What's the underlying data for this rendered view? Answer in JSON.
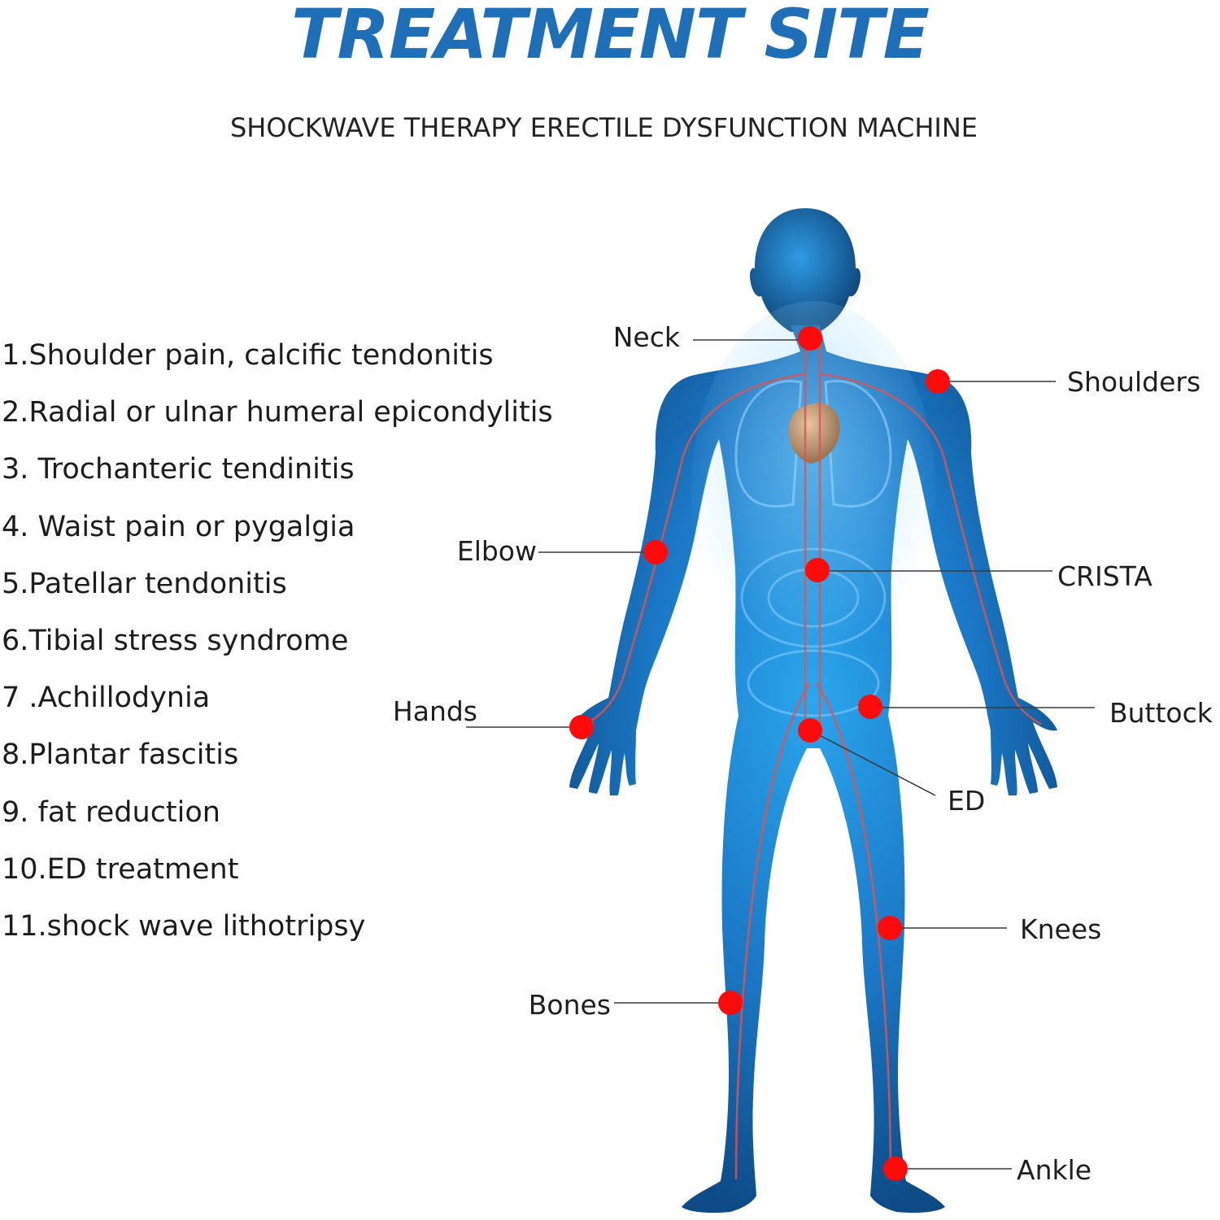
{
  "title": "TREATMENT SITE",
  "subtitle": "SHOCKWAVE THERAPY ERECTILE DYSFUNCTION MACHINE",
  "indications": [
    "1.Shoulder pain, calcific tendonitis",
    "2.Radial or ulnar humeral epicondylitis",
    "3. Trochanteric tendinitis",
    "4. Waist pain or pygalgia",
    "5.Patellar tendonitis",
    "6.Tibial stress syndrome",
    "7 .Achillodynia",
    "8.Plantar fascitis",
    "9. fat reduction",
    "10.ED treatment",
    "11.shock wave lithotripsy"
  ],
  "sites": {
    "neck": "Neck",
    "shoulders": "Shoulders",
    "elbow": "Elbow",
    "crista": "CRISTA",
    "hands": "Hands",
    "buttock": "Buttock",
    "ed": "ED",
    "knees": "Knees",
    "bones": "Bones",
    "ankle": "Ankle"
  },
  "colors": {
    "title": "#1f6fb8",
    "body": "#1e88d8",
    "body_dark": "#0b3f73",
    "vessel": "#e0524f",
    "marker": "#ff0a0a",
    "heart": "#b8906a"
  }
}
